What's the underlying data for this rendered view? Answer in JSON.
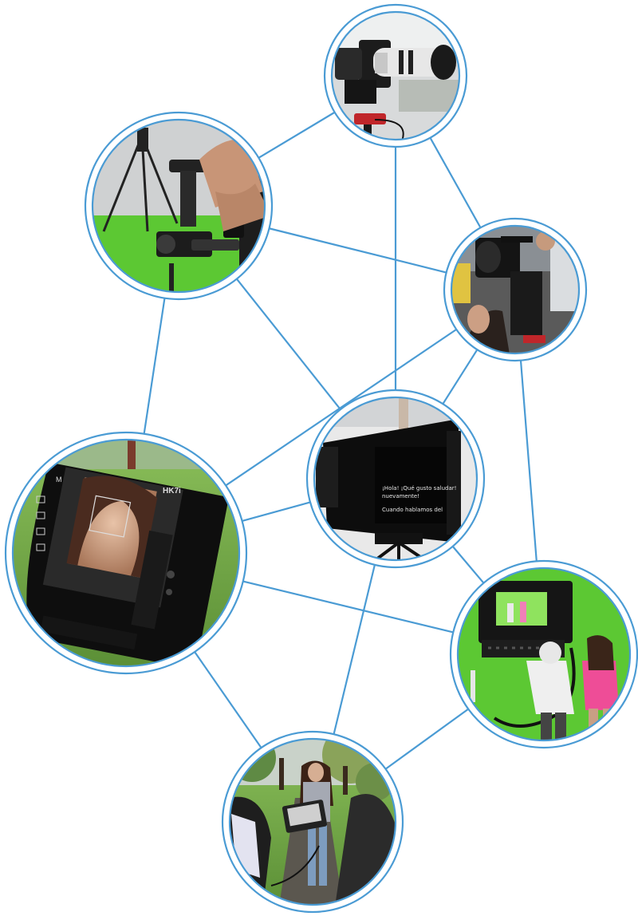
{
  "nodes": [
    {
      "id": "camera-rig",
      "name": "camera-rig-node",
      "scene": "camera"
    },
    {
      "id": "gimbal-stabilizer",
      "name": "gimbal-stabilizer-node",
      "scene": "gimbal"
    },
    {
      "id": "crew-camera",
      "name": "crew-camera-node",
      "scene": "crew"
    },
    {
      "id": "teleprompter",
      "name": "teleprompter-node",
      "scene": "prompter"
    },
    {
      "id": "field-monitor",
      "name": "field-monitor-node",
      "scene": "monitor"
    },
    {
      "id": "green-screen",
      "name": "green-screen-node",
      "scene": "greenscreen"
    },
    {
      "id": "park-shoot",
      "name": "park-shoot-node",
      "scene": "park"
    }
  ],
  "edges": [
    [
      "camera-rig",
      "gimbal-stabilizer"
    ],
    [
      "camera-rig",
      "crew-camera"
    ],
    [
      "camera-rig",
      "teleprompter"
    ],
    [
      "gimbal-stabilizer",
      "crew-camera"
    ],
    [
      "gimbal-stabilizer",
      "teleprompter"
    ],
    [
      "gimbal-stabilizer",
      "field-monitor"
    ],
    [
      "crew-camera",
      "field-monitor"
    ],
    [
      "crew-camera",
      "teleprompter"
    ],
    [
      "crew-camera",
      "green-screen"
    ],
    [
      "field-monitor",
      "teleprompter"
    ],
    [
      "field-monitor",
      "green-screen"
    ],
    [
      "field-monitor",
      "park-shoot"
    ],
    [
      "teleprompter",
      "green-screen"
    ],
    [
      "teleprompter",
      "park-shoot"
    ],
    [
      "green-screen",
      "park-shoot"
    ]
  ],
  "texts": {
    "prompter_line1": "¡Hola! ¡Qué gusto saludar!",
    "prompter_line2": "nuevamente!",
    "prompter_line3": "Cuando hablamos del",
    "monitor_brand": "HK7i",
    "monitor_mode": "M"
  },
  "colors": {
    "line": "#4a9bd4",
    "ring": "#4a9bd4",
    "green_screen": "#5cc833",
    "grass": "#6aa84f"
  }
}
